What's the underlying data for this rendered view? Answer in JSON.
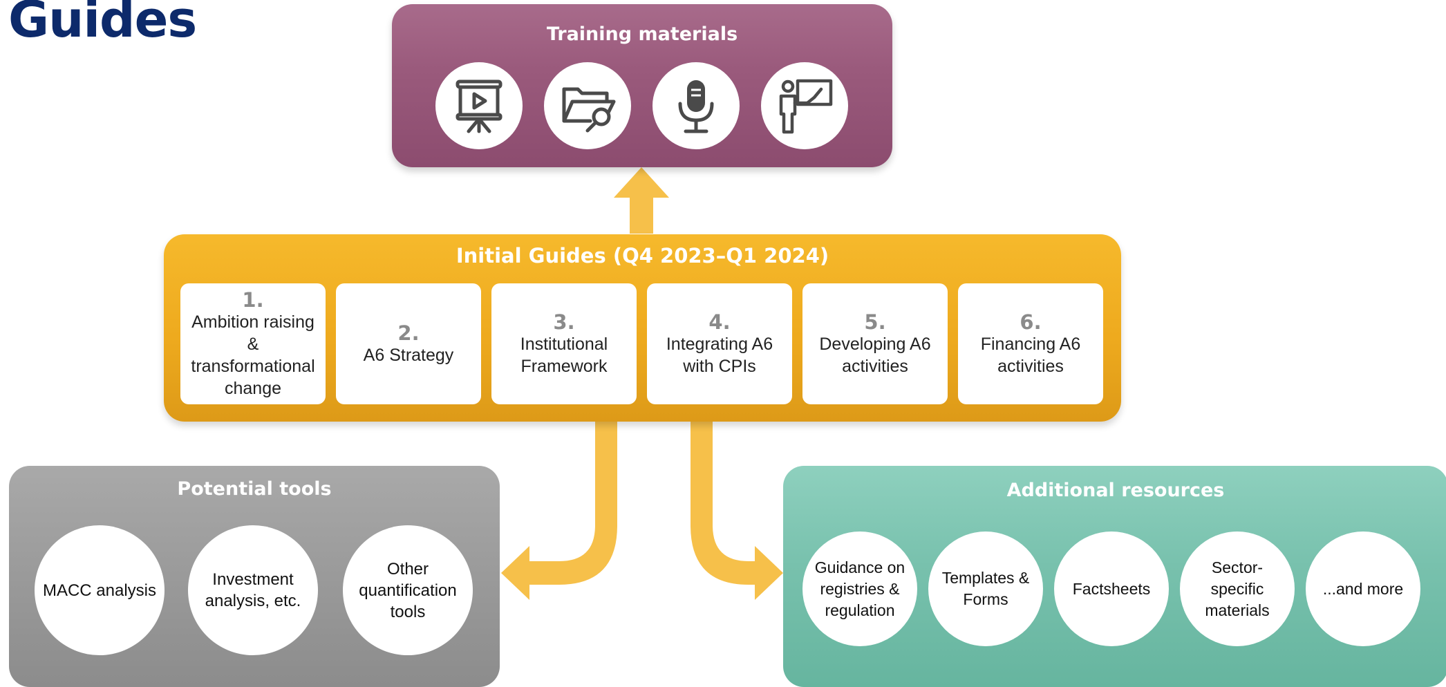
{
  "page_title": "Guides",
  "colors": {
    "training": "#9a5a7c",
    "guides": "#f0ad22",
    "tools": "#9a9a9a",
    "resources": "#78c1ad",
    "arrow": "#f6c04a",
    "title": "#0d2a6b"
  },
  "training": {
    "heading": "Training materials",
    "icons": [
      "presentation-screen-icon",
      "folder-search-icon",
      "microphone-icon",
      "teacher-board-icon"
    ]
  },
  "guides": {
    "heading": "Initial Guides (Q4 2023–Q1 2024)",
    "items": [
      {
        "num": "1.",
        "label": "Ambition raising & transformational change"
      },
      {
        "num": "2.",
        "label": "A6 Strategy"
      },
      {
        "num": "3.",
        "label": "Institutional Framework"
      },
      {
        "num": "4.",
        "label": "Integrating A6 with CPIs"
      },
      {
        "num": "5.",
        "label": "Developing A6 activities"
      },
      {
        "num": "6.",
        "label": "Financing A6 activities"
      }
    ]
  },
  "tools": {
    "heading": "Potential tools",
    "items": [
      "MACC analysis",
      "Investment analysis, etc.",
      "Other quantification tools"
    ]
  },
  "resources": {
    "heading": "Additional resources",
    "items": [
      "Guidance on registries & regulation",
      "Templates & Forms",
      "Factsheets",
      "Sector-specific materials",
      "...and more"
    ]
  }
}
